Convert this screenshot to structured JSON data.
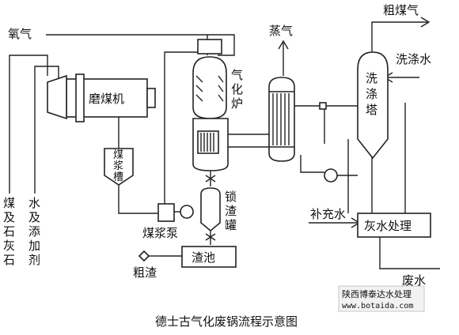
{
  "labels": {
    "oxygen": "氧气",
    "mill": "磨煤机",
    "slurry_tank": "煤浆槽",
    "coal_limestone": "煤及石灰石",
    "water_additive": "水及添加剂",
    "gasifier": "气化炉",
    "steam": "蒸气",
    "raw_gas": "粗煤气",
    "wash_water": "洗涤水",
    "scrubber": "洗涤塔",
    "lock_hopper": "锁渣罐",
    "slurry_pump": "煤浆泵",
    "coarse_slag": "粗渣",
    "slag_pool": "渣池",
    "makeup_water": "补充水",
    "greywater": "灰水处理",
    "waste_water": "废水"
  },
  "caption": "德士古气化废锅流程示意图",
  "watermark": {
    "line1": "陕西博泰达水处理",
    "line2": "www.botaida.com"
  }
}
